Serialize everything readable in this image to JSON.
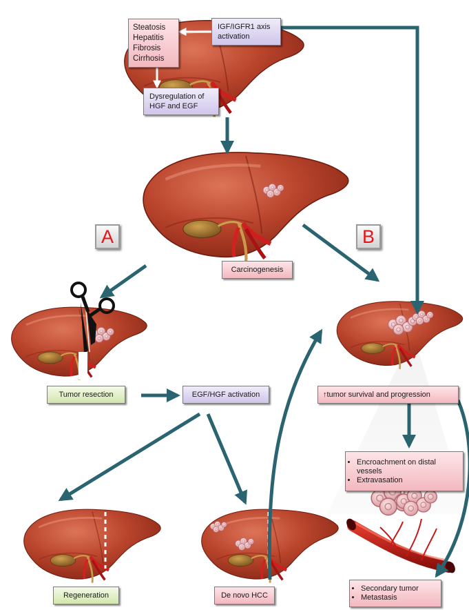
{
  "boxes": {
    "conditions": [
      "Steatosis",
      "Hepatitis",
      "Fibrosis",
      "Cirrhosis"
    ],
    "igf": [
      "IGF/IGFR1 axis",
      "activation"
    ],
    "dysregulation": [
      "Dysregulation of",
      "HGF and EGF"
    ],
    "carcinogenesis": "Carcinogenesis",
    "tumor_resection": "Tumor resection",
    "egf_activation": "EGF/HGF activation",
    "survival": "↑tumor survival and progression",
    "encroachment": [
      "Encroachment on distal vessels",
      "Extravasation"
    ],
    "regeneration": "Regeneration",
    "de_novo": "De novo HCC",
    "secondary": [
      "Secondary tumor",
      "Metastasis"
    ]
  },
  "labels": {
    "a": "A",
    "b": "B"
  },
  "colors": {
    "liver": "#b8432c",
    "liver_dark": "#7e2012",
    "arrow": "#2a6470",
    "label_red": "#e4141b"
  },
  "icons": [
    "scissors-icon",
    "blood-vessel-icon",
    "tumor-cluster-icon"
  ]
}
